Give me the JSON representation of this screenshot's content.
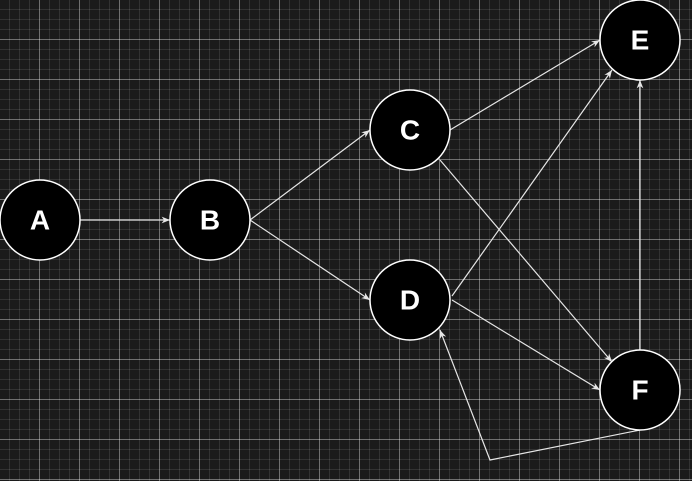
{
  "diagram": {
    "nodes": [
      {
        "id": "A",
        "label": "A"
      },
      {
        "id": "B",
        "label": "B"
      },
      {
        "id": "C",
        "label": "C"
      },
      {
        "id": "D",
        "label": "D"
      },
      {
        "id": "E",
        "label": "E"
      },
      {
        "id": "F",
        "label": "F"
      }
    ],
    "edges": [
      {
        "from": "A",
        "to": "B"
      },
      {
        "from": "B",
        "to": "C"
      },
      {
        "from": "B",
        "to": "D"
      },
      {
        "from": "C",
        "to": "E"
      },
      {
        "from": "C",
        "to": "F"
      },
      {
        "from": "D",
        "to": "E"
      },
      {
        "from": "D",
        "to": "F"
      },
      {
        "from": "F",
        "to": "E"
      },
      {
        "from": "F",
        "to": "D"
      }
    ]
  },
  "colors": {
    "background": "#1b1b1b",
    "node_fill": "#000000",
    "node_stroke": "#ffffff",
    "edge": "#e6e6e6"
  }
}
